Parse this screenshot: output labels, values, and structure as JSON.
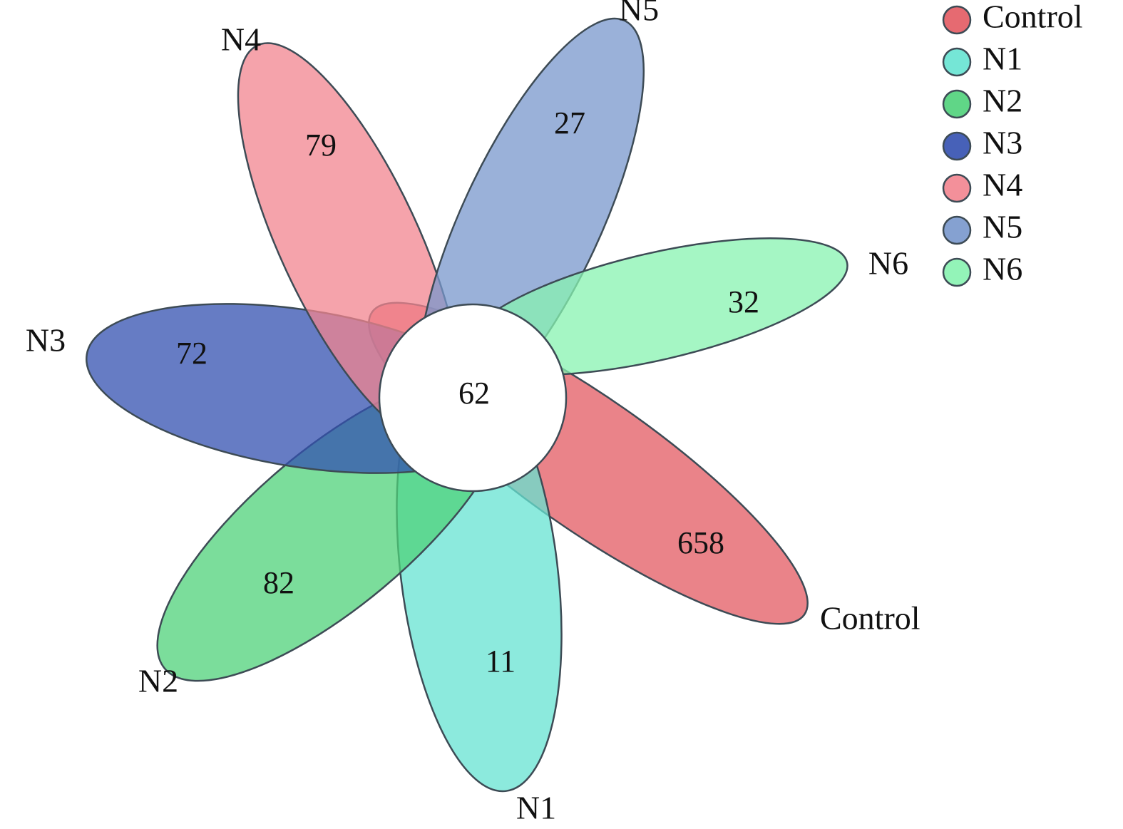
{
  "diagram": {
    "type": "flower-venn",
    "core": {
      "value": "62"
    },
    "sets": [
      {
        "name": "Control",
        "value": "658",
        "color": "#e35a62"
      },
      {
        "name": "N1",
        "value": "11",
        "color": "#66e3d2"
      },
      {
        "name": "N2",
        "value": "82",
        "color": "#4fd27a"
      },
      {
        "name": "N3",
        "value": "72",
        "color": "#3350b0"
      },
      {
        "name": "N4",
        "value": "79",
        "color": "#f2848f"
      },
      {
        "name": "N5",
        "value": "27",
        "color": "#7897cc"
      },
      {
        "name": "N6",
        "value": "32",
        "color": "#87f3b0"
      }
    ],
    "legend": {
      "position": "top-right",
      "items": [
        "Control",
        "N1",
        "N2",
        "N3",
        "N4",
        "N5",
        "N6"
      ]
    }
  }
}
